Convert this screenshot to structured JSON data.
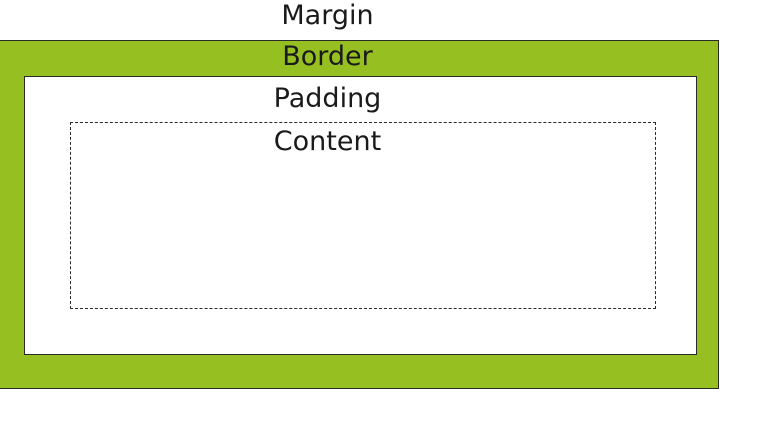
{
  "diagram": {
    "labels": {
      "margin": "Margin",
      "border": "Border",
      "padding": "Padding",
      "content": "Content"
    },
    "colors": {
      "border_fill": "#96bf22",
      "padding_fill": "#ffffff",
      "content_fill": "#ffffff",
      "outline": "#2a2a2a",
      "text": "#1a1a1a"
    }
  }
}
